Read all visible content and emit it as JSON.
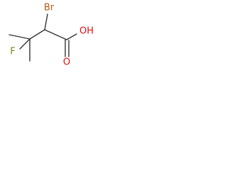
{
  "molecule": {
    "atoms": {
      "bromine": {
        "symbol": "Br",
        "color": "#b35a16"
      },
      "fluorine": {
        "symbol": "F",
        "color": "#7a8a16"
      },
      "hydroxyl": {
        "symbol": "OH",
        "color": "#e01010"
      },
      "carbonyl_oxygen": {
        "symbol": "O",
        "color": "#e01010"
      }
    },
    "bond_color": "#333333"
  }
}
